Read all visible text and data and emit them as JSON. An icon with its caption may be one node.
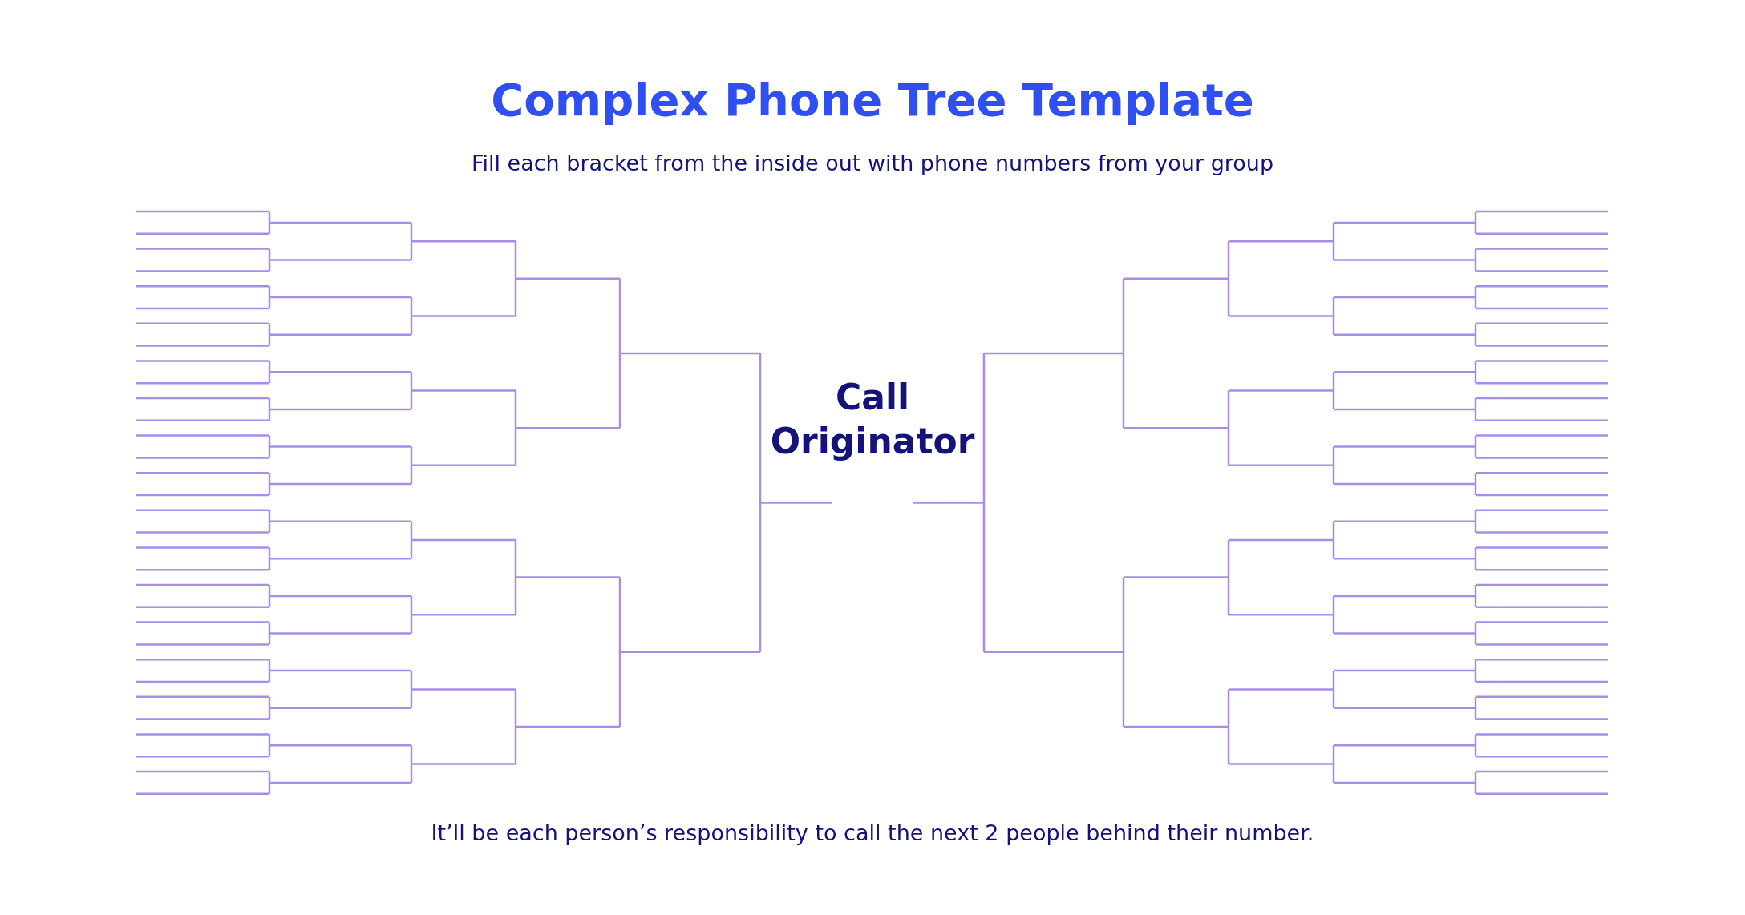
{
  "diagram": {
    "title": "Complex Phone Tree Template",
    "caption": "It’ll be each person’s responsibility to call the next 2 people behind their number.",
    "nodes": [
      {
        "text": [
          "Call Originator"
        ]
      }
    ],
    "labels": [
      "Fill each bracket from the inside out with phone numbers from your group"
    ]
  }
}
